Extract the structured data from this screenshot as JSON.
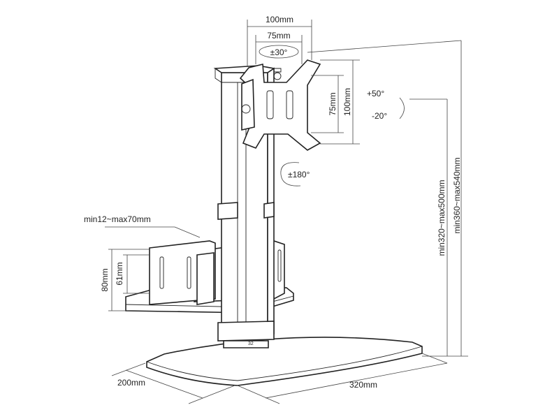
{
  "dimensions": {
    "vesa_max_width": "100mm",
    "vesa_min_width": "75mm",
    "swivel": "±30°",
    "vesa_min_height": "75mm",
    "vesa_max_height": "100mm",
    "tilt_up": "+50°",
    "tilt_down": "-20°",
    "rotation": "±180°",
    "holder_width": "min12~max70mm",
    "holder_height_outer": "80mm",
    "holder_height_inner": "61mm",
    "height_range_vesa": "min320~max500mm",
    "height_range_total": "min360~max540mm",
    "base_depth": "200mm",
    "base_width": "320mm",
    "column_mark": "32"
  }
}
